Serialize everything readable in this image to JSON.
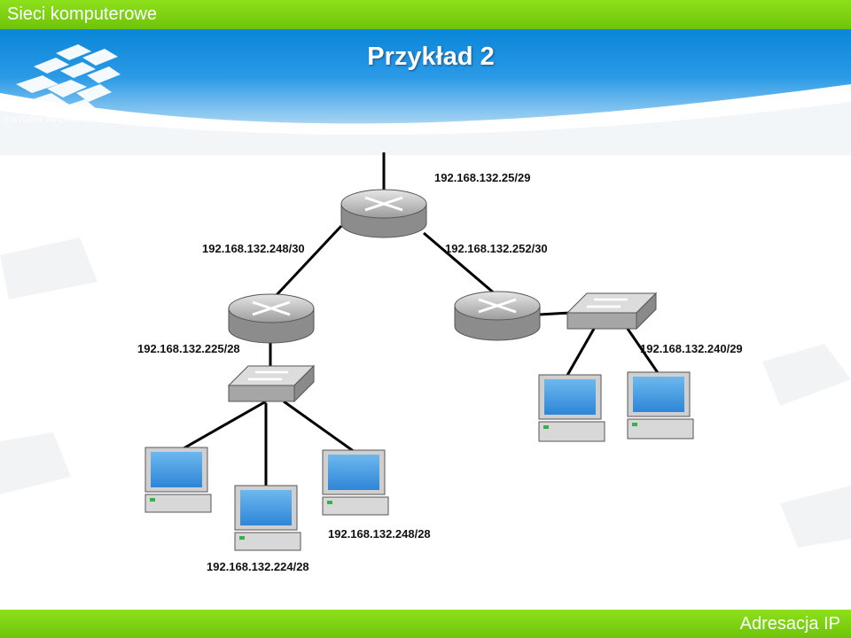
{
  "header": {
    "course_title": "Sieci komputerowe",
    "slide_title": "Przykład 2",
    "logo_text": "E-STUDIA INFORMATYCZNE"
  },
  "footer": {
    "topic": "Adresacja IP"
  },
  "diagram": {
    "labels": {
      "uplink": "192.168.132.25/29",
      "link_left": "192.168.132.248/30",
      "link_right": "192.168.132.252/30",
      "lan_left_router": "192.168.132.225/28",
      "lan_right": "192.168.132.240/29",
      "host_right": "192.168.132.248/28",
      "host_bottom": "192.168.132.224/28"
    },
    "devices": [
      "router",
      "router",
      "router",
      "switch",
      "switch",
      "pc",
      "pc",
      "pc",
      "pc",
      "pc"
    ]
  },
  "colors": {
    "top_bar": "#7ed321",
    "header_blue": "#1a8fe0",
    "router_fill": "#c8c8c8",
    "screen_blue": "#4aa3e6"
  }
}
